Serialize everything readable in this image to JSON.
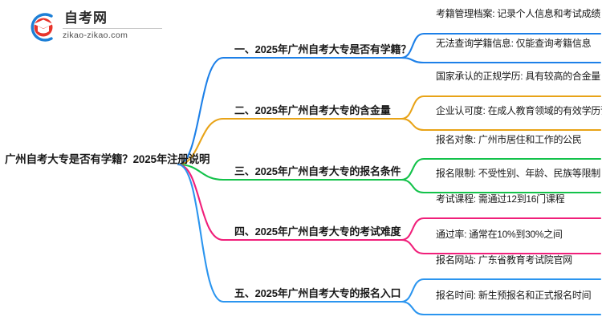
{
  "logo": {
    "name": "自考网",
    "domain": "zikao-zikao.com",
    "arc_color": "#1d7fd6",
    "cap_color": "#e8342b"
  },
  "mindmap": {
    "root": {
      "label": "广州自考大专是否有学籍？2025年注册说明"
    },
    "branches": [
      {
        "index": "1",
        "label": "一、2025年广州自考大专是否有学籍？",
        "color": "#1d80e8",
        "children": [
          {
            "label": "考籍管理档案: 记录个人信息和考试成绩"
          },
          {
            "label": "无法查询学籍信息: 仅能查询考籍信息"
          }
        ]
      },
      {
        "index": "2",
        "label": "二、2025年广州自考大专的含金量",
        "color": "#e8a317",
        "children": [
          {
            "label": "国家承认的正规学历: 具有较高的合金量"
          },
          {
            "label": "企业认可度: 在成人教育领域的有效学历证明"
          }
        ]
      },
      {
        "index": "3",
        "label": "三、2025年广州自考大专的报名条件",
        "color": "#13c24a",
        "children": [
          {
            "label": "报名对象: 广州市居住和工作的公民"
          },
          {
            "label": "报名限制: 不受性别、年龄、民族等限制"
          }
        ]
      },
      {
        "index": "4",
        "label": "四、2025年广州自考大专的考试难度",
        "color": "#f01f7a",
        "children": [
          {
            "label": "考试课程: 需通过12到16门课程"
          },
          {
            "label": "通过率: 通常在10%到30%之间"
          }
        ]
      },
      {
        "index": "5",
        "label": "五、2025年广州自考大专的报名入口",
        "color": "#2b95ef",
        "children": [
          {
            "label": "报名网站: 广东省教育考试院官网"
          },
          {
            "label": "报名时间: 新生预报名和正式报名时间"
          }
        ]
      }
    ]
  }
}
